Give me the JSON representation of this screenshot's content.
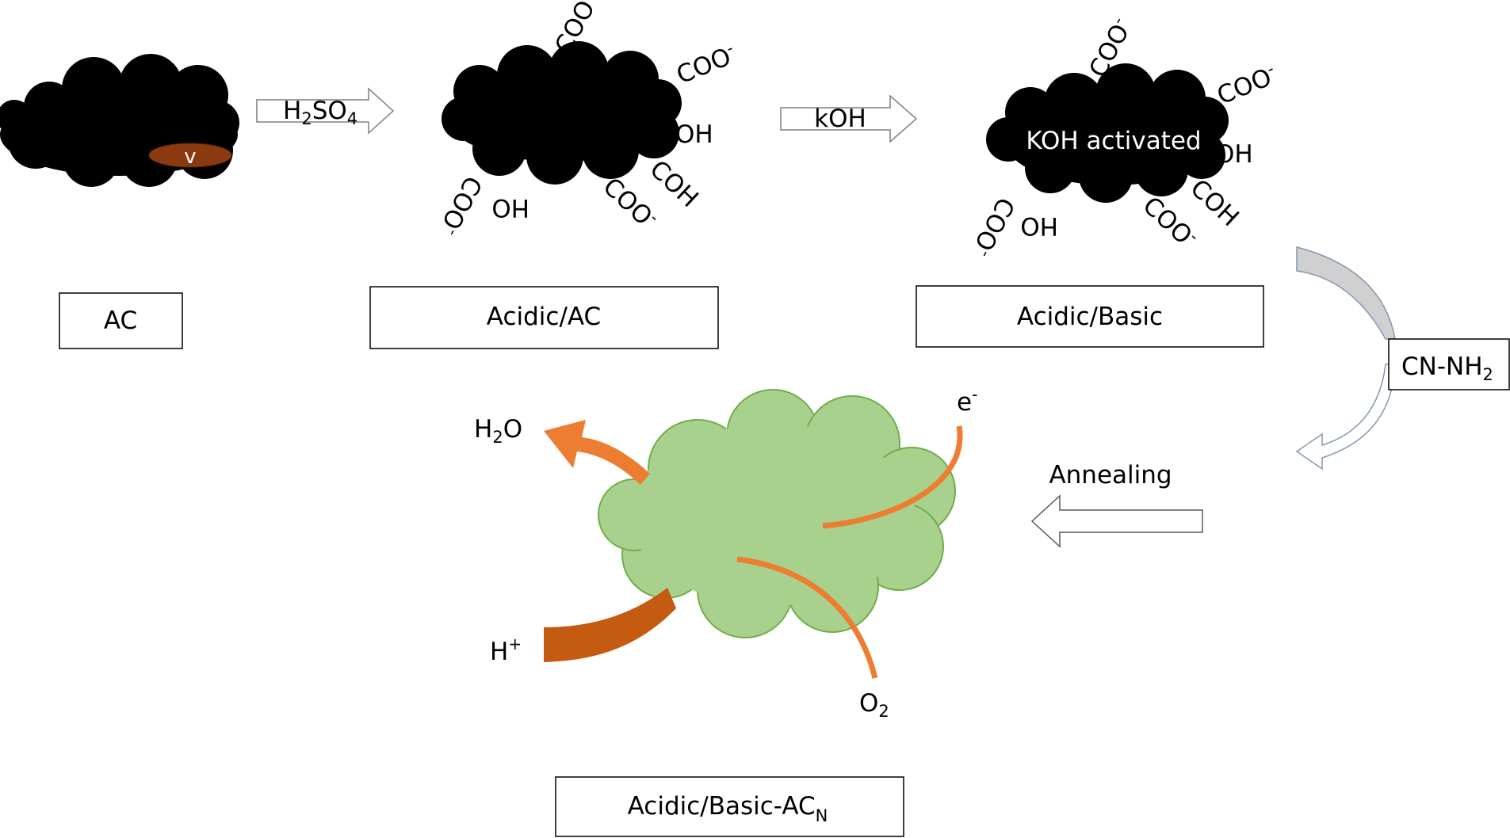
{
  "stage_labels": {
    "ac": "AC",
    "acidic_ac": "Acidic/AC",
    "acidic_basic": "Acidic/Basic",
    "final_main": "Acidic/Basic-AC",
    "final_sub": "N"
  },
  "reagents": {
    "h2so4_h": "H",
    "h2so4_2": "2",
    "h2so4_so": "SO",
    "h2so4_4": "4",
    "koh": "kOH",
    "cn_main": "CN-NH",
    "cn_sub": "2",
    "annealing": "Annealing"
  },
  "particles": {
    "vacancy_label": "v",
    "koh_activated": "KOH activated"
  },
  "functional_groups": {
    "coo": "COO",
    "minus": "-",
    "oh": "OH",
    "coh": "COH",
    "ho": "HO"
  },
  "reaction": {
    "water_h": "H",
    "water_2": "2",
    "water_o": "O",
    "electron": "e",
    "electron_sup": "-",
    "proton": "H",
    "proton_sup": "+",
    "oxygen": "O",
    "oxygen_sub": "2"
  },
  "colors": {
    "carbon": "#000000",
    "vacancy": "#8B3A0F",
    "catalyst_fill": "#a9d18e",
    "catalyst_stroke": "#70ad47",
    "orange": "#ed7d31",
    "proton_arrow": "#c55a11",
    "curved_arrow_gray": "#d0d0d0",
    "curved_arrow_outline": "#8497b0"
  }
}
